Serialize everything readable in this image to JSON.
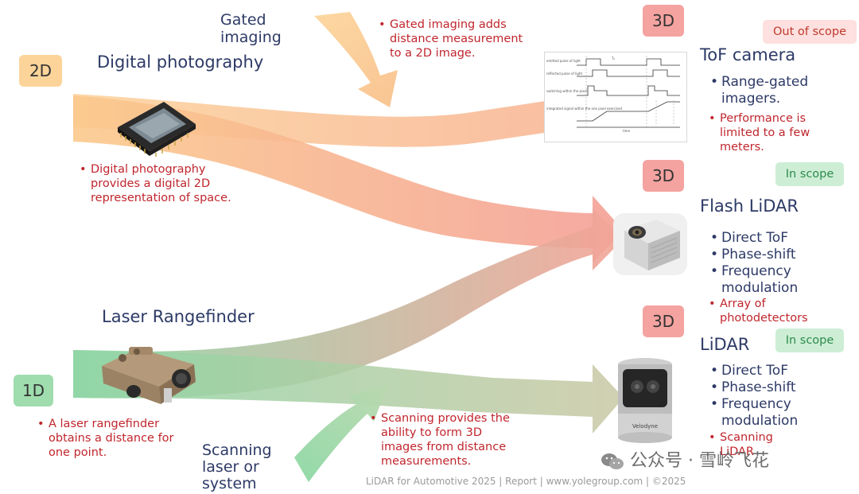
{
  "tags": {
    "two_d": "2D",
    "one_d": "1D",
    "three_d_tof": "3D",
    "three_d_flash": "3D",
    "three_d_lidar": "3D"
  },
  "scope": {
    "tof": "Out of scope",
    "flash": "In scope",
    "lidar": "In scope"
  },
  "left": {
    "gated_title": "Gated\nimaging",
    "digital_title": "Digital photography",
    "digital_note": "Digital photography provides a digital 2D representation of space.",
    "gated_note": "Gated imaging adds distance measurement to a 2D image.",
    "laser_title": "Laser Rangefinder",
    "laser_note": "A laser rangefinder obtains a distance for one point.",
    "scanning_title": "Scanning\nlaser or\nsystem",
    "scanning_note": "Scanning provides the ability to form 3D images from distance measurements."
  },
  "tof": {
    "title": "ToF camera",
    "items": [
      "Range-gated imagers."
    ],
    "red_items": [
      "Performance is limited to a few meters."
    ]
  },
  "flash": {
    "title": "Flash LiDAR",
    "items": [
      "Direct ToF",
      "Phase-shift",
      "Frequency modulation"
    ],
    "red_items": [
      "Array of photodetectors"
    ]
  },
  "lidar": {
    "title": "LiDAR",
    "items": [
      "Direct ToF",
      "Phase-shift",
      "Frequency modulation"
    ],
    "red_items": [
      "Scanning LiDAR"
    ]
  },
  "timing_diagram": {
    "rows": [
      "emitted pulse of light",
      "reflected pulse of light",
      "switching within the pixel",
      "integrated signal within the one pixel exercised"
    ],
    "x_label": "time",
    "t_label": "T₀"
  },
  "product_brand": "Velodyne",
  "footer": "LiDAR for Automotive 2025 | Report | www.yolegroup.com | ©2025",
  "watermark": "公众号 · 雪岭飞花"
}
